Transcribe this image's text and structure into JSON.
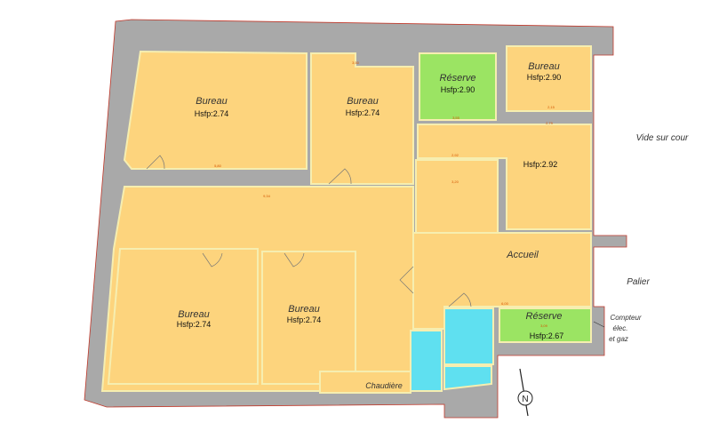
{
  "rooms": [
    {
      "name": "Bureau",
      "height": "Hsfp:2.74"
    },
    {
      "name": "Bureau",
      "height": "Hsfp:2.74"
    },
    {
      "name": "Réserve",
      "height": "Hsfp:2.90"
    },
    {
      "name": "Bureau",
      "height": "Hsfp:2.90"
    },
    {
      "name": "",
      "height": "Hsfp:2.92"
    },
    {
      "name": "Accueil",
      "height": ""
    },
    {
      "name": "Bureau",
      "height": "Hsfp:2.74"
    },
    {
      "name": "Bureau",
      "height": "Hsfp:2.74"
    },
    {
      "name": "Réserve",
      "height": "Hsfp:2.67"
    },
    {
      "name": "Chaudière",
      "height": ""
    }
  ],
  "exterior_labels": {
    "courtyard": "Vide sur cour",
    "landing": "Palier",
    "meter_line1": "Compteur",
    "meter_line2": "élec.",
    "meter_line3": "et gaz"
  },
  "compass": "N",
  "dimensions": [
    "3,50",
    "5,80",
    "3,55",
    "2,79",
    "2,92",
    "3,20",
    "9,34",
    "6,00",
    "3,09",
    "2,15"
  ],
  "colors": {
    "office": "#fdd47d",
    "storage": "#9be463",
    "sanitary": "#5fe0f0",
    "wall": "#a9a9a9"
  }
}
